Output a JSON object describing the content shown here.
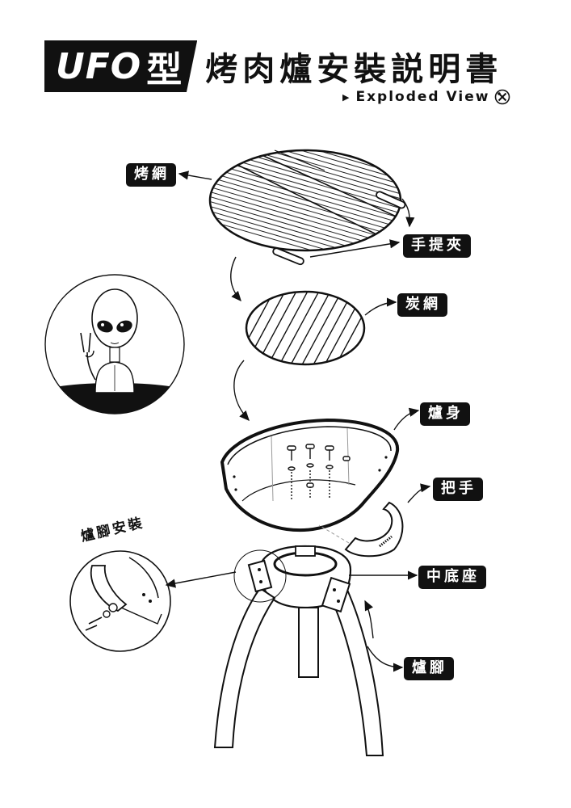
{
  "title": {
    "badge_latin": "UFO",
    "badge_kanji": "型",
    "main": "烤肉爐安裝説明書",
    "subtitle": "Exploded View",
    "subtitle_icon": "tools-icon"
  },
  "labels": {
    "grill_grate": "烤網",
    "handle_clip": "手提夾",
    "charcoal_grate": "炭網",
    "bowl_body": "爐身",
    "handle": "把手",
    "center_base": "中底座",
    "legs": "爐腳",
    "leg_install": "爐腳安裝"
  },
  "colors": {
    "ink": "#111111",
    "paper": "#ffffff",
    "label_bg": "#111111"
  }
}
